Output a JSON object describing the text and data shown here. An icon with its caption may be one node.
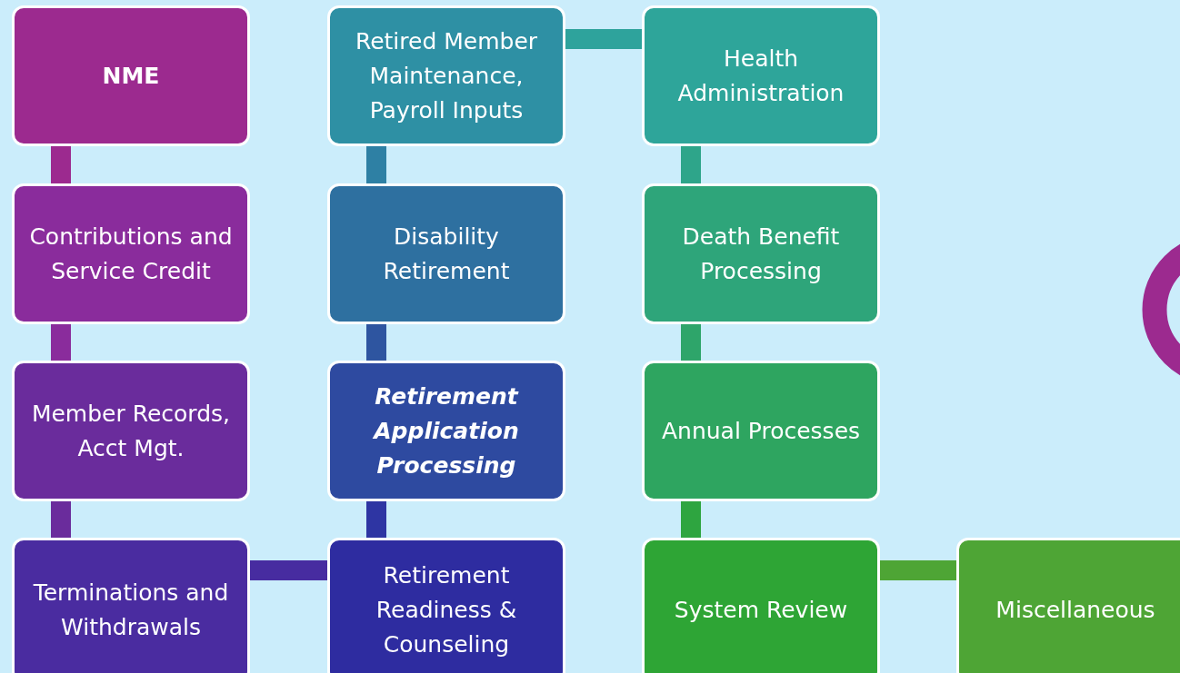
{
  "diagram": {
    "nodes": [
      {
        "text": [
          "NME"
        ]
      },
      {
        "text": [
          "Contributions and Service Credit"
        ]
      },
      {
        "text": [
          "Member Records, Acct Mgt."
        ]
      },
      {
        "text": [
          "Terminations and Withdrawals"
        ]
      },
      {
        "text": [
          "Retirement Readiness & Counseling"
        ]
      },
      {
        "text": [
          "Retirement Application Processing"
        ]
      },
      {
        "text": [
          "Disability Retirement"
        ]
      },
      {
        "text": [
          "Retired Member Maintenance, Payroll Inputs"
        ]
      },
      {
        "text": [
          "Health Administration"
        ]
      },
      {
        "text": [
          "Death Benefit Processing"
        ]
      },
      {
        "text": [
          "Annual Processes"
        ]
      },
      {
        "text": [
          "System Review"
        ]
      },
      {
        "text": [
          "Miscellaneous"
        ]
      }
    ],
    "edges": [
      {
        "from": 0,
        "to": 1,
        "arrow": "none",
        "color": "#9c2a8f"
      },
      {
        "from": 1,
        "to": 2,
        "arrow": "none",
        "color": "#8a2c9c"
      },
      {
        "from": 2,
        "to": 3,
        "arrow": "none",
        "color": "#6a2c9c"
      },
      {
        "from": 3,
        "to": 4,
        "arrow": "none",
        "color": "#472ca0"
      },
      {
        "from": 4,
        "to": 5,
        "arrow": "none",
        "color": "#2e35a3"
      },
      {
        "from": 5,
        "to": 6,
        "arrow": "none",
        "color": "#2e55a0"
      },
      {
        "from": 6,
        "to": 7,
        "arrow": "none",
        "color": "#2e80a4"
      },
      {
        "from": 7,
        "to": 8,
        "arrow": "none",
        "color": "#2ea39c"
      },
      {
        "from": 8,
        "to": 9,
        "arrow": "none",
        "color": "#2ea58a"
      },
      {
        "from": 9,
        "to": 10,
        "arrow": "none",
        "color": "#2ea56a"
      },
      {
        "from": 10,
        "to": 11,
        "arrow": "none",
        "color": "#2ea540"
      },
      {
        "from": 11,
        "to": 12,
        "arrow": "none",
        "color": "#4ea535"
      }
    ]
  }
}
